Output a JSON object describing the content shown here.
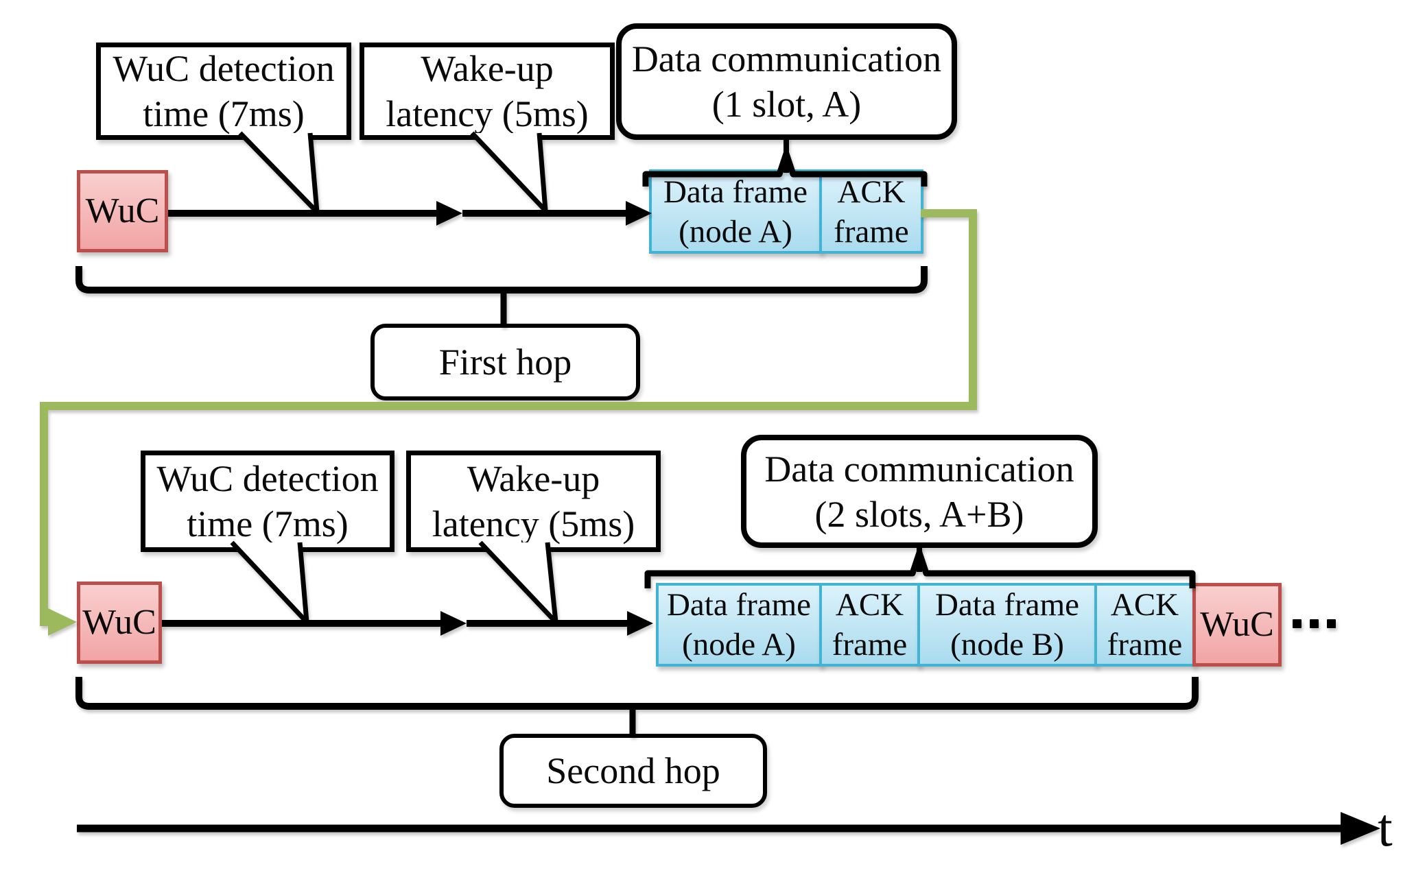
{
  "diagram": {
    "row1": {
      "wuc_label": "WuC",
      "callout_detection": {
        "line1": "WuC detection",
        "line2": "time (7ms)"
      },
      "callout_latency": {
        "line1": "Wake-up",
        "line2": "latency (5ms)"
      },
      "callout_datacomm": {
        "line1": "Data communication",
        "line2": "(1 slot, A)"
      },
      "frames": [
        {
          "line1": "Data frame",
          "line2": "(node A)"
        },
        {
          "line1": "ACK",
          "line2": "frame"
        }
      ],
      "hop_label": "First hop"
    },
    "row2": {
      "wuc_label": "WuC",
      "callout_detection": {
        "line1": "WuC detection",
        "line2": "time (7ms)"
      },
      "callout_latency": {
        "line1": "Wake-up",
        "line2": "latency (5ms)"
      },
      "callout_datacomm": {
        "line1": "Data communication",
        "line2": "(2 slots, A+B)"
      },
      "frames": [
        {
          "line1": "Data frame",
          "line2": "(node A)"
        },
        {
          "line1": "ACK",
          "line2": "frame"
        },
        {
          "line1": "Data frame",
          "line2": "(node B)"
        },
        {
          "line1": "ACK",
          "line2": "frame"
        }
      ],
      "wuc_end_label": "WuC",
      "hop_label": "Second hop"
    },
    "axis_label": "t"
  },
  "colors": {
    "connector_green": "#9cba5d",
    "wuc_fill_top": "#f9cfcf",
    "wuc_fill_bottom": "#f2a4a4",
    "wuc_border": "#bc4f4b",
    "frame_fill_top": "#dcf2fb",
    "frame_fill_bottom": "#a9dbee",
    "frame_border": "#41b4d5",
    "line_black": "#000000"
  }
}
